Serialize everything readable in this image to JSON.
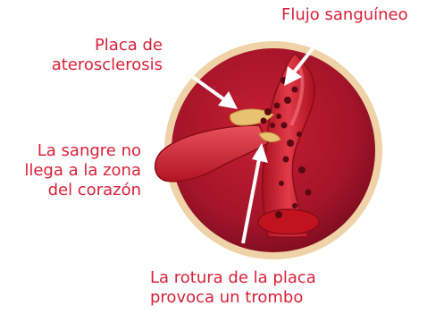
{
  "labels": {
    "flujo": "Flujo sanguíneo",
    "placa_line1": "Placa de",
    "placa_line2": "aterosclerosis",
    "sangre_line1": "La sangre no",
    "sangre_line2": "llega a la zona",
    "sangre_line3": "del corazón",
    "rotura_line1": "La rotura de la placa",
    "rotura_line2": "provoca un trombo"
  },
  "colors": {
    "label_text": "#d8203a",
    "disc_outer": "#c81e32",
    "disc_inner": "#8e0f22",
    "ring": "#f0d2a8",
    "vessel": "#c1121f",
    "vessel_light": "#e23a48",
    "plaque": "#e8c270",
    "arrow": "#ffffff"
  }
}
